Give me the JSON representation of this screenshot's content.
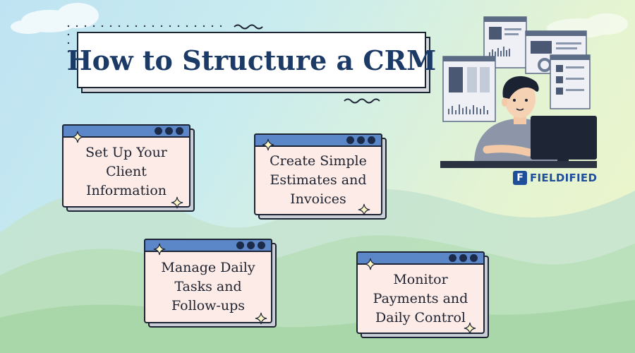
{
  "title": "How to Structure a CRM",
  "cards": [
    {
      "label": "Set Up Your Client Information"
    },
    {
      "label": "Create Simple Estimates and Invoices"
    },
    {
      "label": "Manage Daily Tasks and Follow-ups"
    },
    {
      "label": "Monitor Payments and Daily Control"
    }
  ],
  "brand": {
    "logo_letter": "F",
    "name": "FIELDIFIED"
  },
  "colors": {
    "title_text": "#1c3a66",
    "card_bar": "#5b86c8",
    "card_body": "#fcebe6",
    "outline": "#1d2433",
    "brand": "#1f4f9a"
  },
  "icons": [
    "sparkle-icon",
    "window-dots-icon",
    "dashboard-illustration",
    "fieldified-logo"
  ]
}
